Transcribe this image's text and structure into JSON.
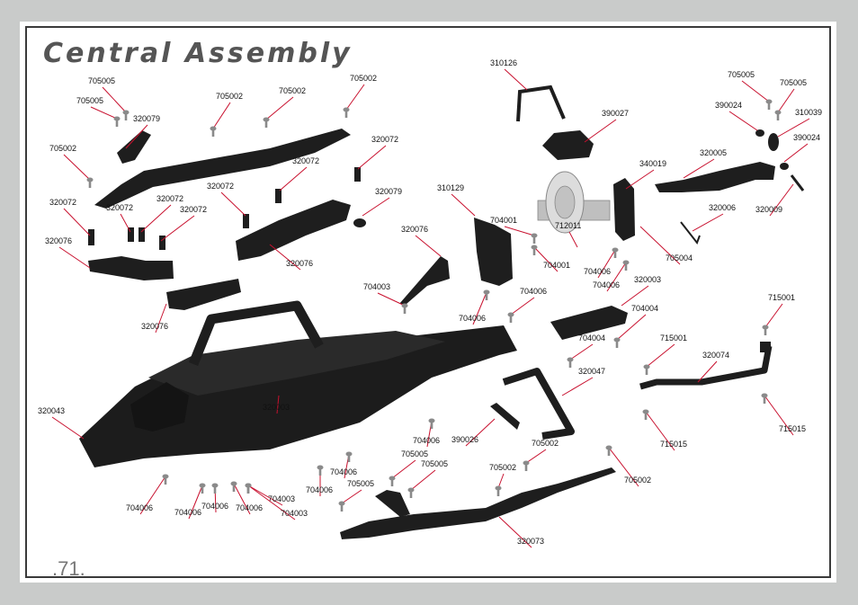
{
  "title": "Central Assembly",
  "page_number": ".71.",
  "colors": {
    "leader": "#c8102e",
    "part": "#1e1e1e",
    "screw": "#8a8a8a",
    "frame": "#3a3a3a",
    "background": "#c9cbca"
  },
  "callouts": [
    {
      "part": "705005",
      "screw": true
    },
    {
      "part": "705005",
      "screw": true
    },
    {
      "part": "705002",
      "screw": true
    },
    {
      "part": "705002",
      "screw": true
    },
    {
      "part": "705002",
      "screw": true
    },
    {
      "part": "320079"
    },
    {
      "part": "705002",
      "screw": true
    },
    {
      "part": "320072"
    },
    {
      "part": "320072"
    },
    {
      "part": "320072"
    },
    {
      "part": "320079"
    },
    {
      "part": "320072"
    },
    {
      "part": "320072"
    },
    {
      "part": "320072"
    },
    {
      "part": "320072"
    },
    {
      "part": "320076"
    },
    {
      "part": "320076"
    },
    {
      "part": "320076"
    },
    {
      "part": "320043"
    },
    {
      "part": "320003"
    },
    {
      "part": "704006",
      "screw": true
    },
    {
      "part": "704006",
      "screw": true
    },
    {
      "part": "704006",
      "screw": true
    },
    {
      "part": "704006",
      "screw": true
    },
    {
      "part": "704003",
      "screw": true
    },
    {
      "part": "704003",
      "screw": true
    },
    {
      "part": "704006",
      "screw": true
    },
    {
      "part": "704006",
      "screw": true
    },
    {
      "part": "705005",
      "screw": true
    },
    {
      "part": "705005",
      "screw": true
    },
    {
      "part": "705005",
      "screw": true
    },
    {
      "part": "704006",
      "screw": true
    },
    {
      "part": "390026"
    },
    {
      "part": "705002",
      "screw": true
    },
    {
      "part": "705002",
      "screw": true
    },
    {
      "part": "705002",
      "screw": true
    },
    {
      "part": "320073"
    },
    {
      "part": "320047"
    },
    {
      "part": "704003",
      "screw": true
    },
    {
      "part": "320076"
    },
    {
      "part": "310129"
    },
    {
      "part": "704006",
      "screw": true
    },
    {
      "part": "704006",
      "screw": true
    },
    {
      "part": "704001",
      "screw": true
    },
    {
      "part": "704001",
      "screw": true
    },
    {
      "part": "712011"
    },
    {
      "part": "704006",
      "screw": true
    },
    {
      "part": "704006",
      "screw": true
    },
    {
      "part": "310126"
    },
    {
      "part": "390027"
    },
    {
      "part": "340019"
    },
    {
      "part": "705004"
    },
    {
      "part": "320005"
    },
    {
      "part": "320006"
    },
    {
      "part": "320009"
    },
    {
      "part": "705005",
      "screw": true
    },
    {
      "part": "705005",
      "screw": true
    },
    {
      "part": "390024"
    },
    {
      "part": "310039"
    },
    {
      "part": "390024"
    },
    {
      "part": "320003"
    },
    {
      "part": "704004",
      "screw": true
    },
    {
      "part": "704004",
      "screw": true
    },
    {
      "part": "715001",
      "screw": true
    },
    {
      "part": "715001",
      "screw": true
    },
    {
      "part": "320074"
    },
    {
      "part": "715015",
      "screw": true
    },
    {
      "part": "715015",
      "screw": true
    }
  ]
}
